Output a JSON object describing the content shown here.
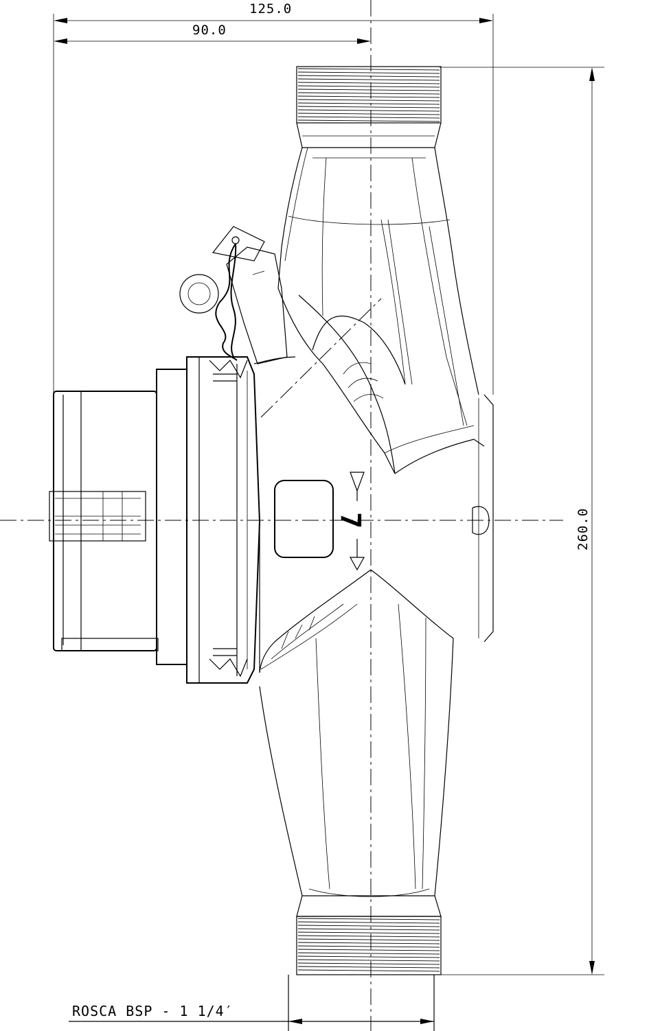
{
  "dimensions": {
    "overall_width": "125.0",
    "center_offset": "90.0",
    "length": "260.0"
  },
  "note": "ROSCA BSP - 1 1/4′",
  "marking": "7"
}
